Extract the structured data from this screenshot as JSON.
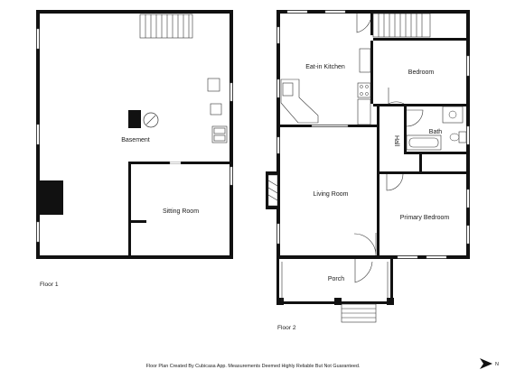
{
  "floors": [
    {
      "label": "Floor 1"
    },
    {
      "label": "Floor 2"
    }
  ],
  "rooms": {
    "basement": "Basement",
    "sitting_room": "Sitting Room",
    "eat_in_kitchen": "Eat-in Kitchen",
    "bedroom": "Bedroom",
    "bath": "Bath",
    "hall": "Hall",
    "living_room": "Living Room",
    "primary_bedroom": "Primary Bedroom",
    "porch": "Porch"
  },
  "footer": "Floor Plan Created By Cubicasa App. Measurements Deemed Highly Reliable But Not Guaranteed.",
  "compass": "N",
  "colors": {
    "wall": "#111111",
    "window": "#ffffff",
    "background": "#ffffff"
  }
}
